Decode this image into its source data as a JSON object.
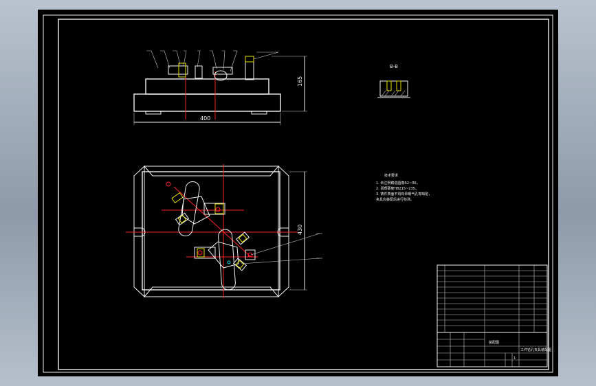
{
  "front_view": {
    "dim_length": "400",
    "dim_height": "165"
  },
  "plan_view": {
    "dim_width": "430"
  },
  "section_view": {
    "label": "B-B"
  },
  "notes": {
    "title": "技术要求",
    "lines": [
      "1. 未注明铸造圆角R2~R5。",
      "2. 调质硬度HB215~235。",
      "3. 铸件表面不得有砂眼气孔等缺陷，",
      "   夹具应装配后进行检测。"
    ]
  },
  "title_block": {
    "scale_label": "装配图",
    "part_name": "工件钻孔夹具装配图",
    "sheet_num": "1"
  },
  "colors": {
    "sheet": "#000000",
    "lines": "#f2f2f2",
    "center": "#ff2020",
    "highlight": "#e8e000",
    "accent": "#00e0e0"
  }
}
